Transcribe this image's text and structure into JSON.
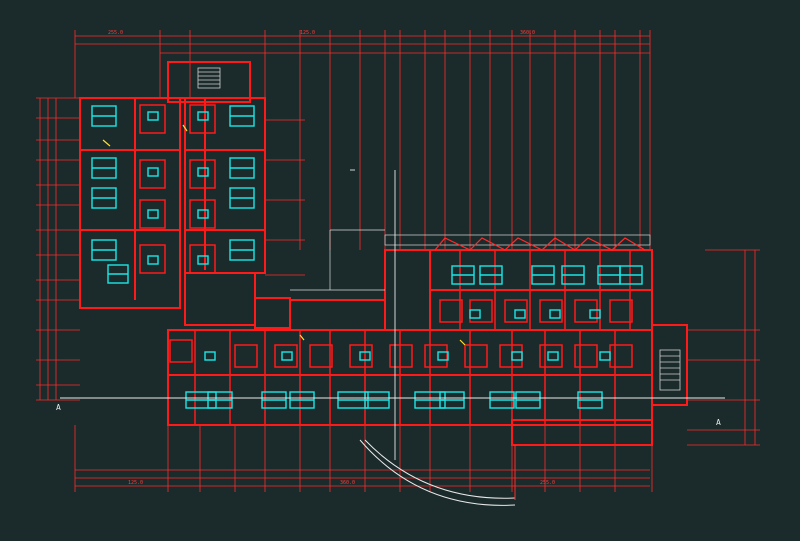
{
  "drawing": {
    "background": "#1b2b2b",
    "colors": {
      "wall": "#ff1a1a",
      "dimension": "#ff2a2a",
      "fixture": "#19e6e6",
      "axis": "#e8e8e8",
      "hatch": "#ffdd33"
    },
    "section_marks": {
      "left": "A",
      "right": "A"
    },
    "dimension_labels": {
      "top": [
        "255.0",
        "125.0",
        "360.0"
      ],
      "bottom": [
        "125.0",
        "360.0",
        "255.0"
      ]
    }
  }
}
